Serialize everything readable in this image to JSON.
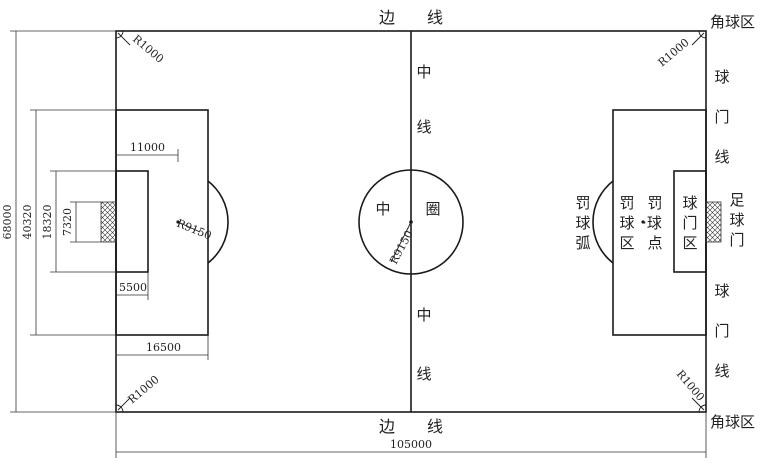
{
  "labels": {
    "sideline_top": "边　　线",
    "sideline_bottom": "边　　线",
    "corner_top": "角球区",
    "corner_bottom": "角球区",
    "halfway_top_1": "中",
    "halfway_top_2": "线",
    "halfway_bottom_1": "中",
    "halfway_bottom_2": "线",
    "circle_left": "中",
    "circle_right": "圈",
    "goal_line_top": [
      "球",
      "门",
      "线"
    ],
    "goal_line_bottom": [
      "球",
      "门",
      "线"
    ],
    "penalty_arc": [
      "罚",
      "球",
      "弧"
    ],
    "penalty_area": [
      "罚",
      "球",
      "区"
    ],
    "penalty_spot": [
      "罚",
      "·球",
      "点"
    ],
    "goal_area": [
      "球",
      "门",
      "区"
    ],
    "goal": [
      "足",
      "球",
      "门"
    ]
  },
  "dimensions": {
    "width_total": "68000",
    "penalty_width": "40320",
    "goal_area_width": "18320",
    "goal_width": "7320",
    "penalty_spot_dist": "11000",
    "goal_area_depth": "5500",
    "penalty_depth": "16500",
    "length_total": "105000",
    "corner_radius": "R1000",
    "arc_radius": "R9150",
    "circle_radius": "R9150"
  }
}
